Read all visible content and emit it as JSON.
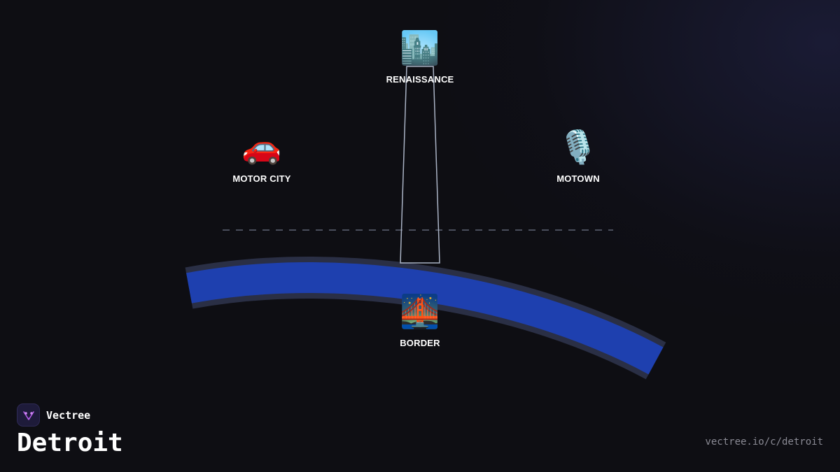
{
  "title": "Detroit",
  "brand": {
    "name": "Vectree",
    "logo_icon": "vectree-logo-icon"
  },
  "url": "vectree.io/c/detroit",
  "colors": {
    "background": "#0e0e13",
    "river": "#1e40af",
    "river_edge": "#2a2f45",
    "tower_stroke": "#aab3c5",
    "dashed_line": "#4a4e5c",
    "logo_accent": "#b45be8"
  },
  "nodes": [
    {
      "id": "renaissance",
      "label": "RENAISSANCE",
      "emoji": "🏙️",
      "icon": "cityscape-icon"
    },
    {
      "id": "motor-city",
      "label": "MOTOR CITY",
      "emoji": "🚗",
      "icon": "car-icon"
    },
    {
      "id": "motown",
      "label": "MOTOWN",
      "emoji": "🎙️",
      "icon": "microphone-icon"
    },
    {
      "id": "border",
      "label": "BORDER",
      "emoji": "🌉",
      "icon": "bridge-icon"
    }
  ]
}
